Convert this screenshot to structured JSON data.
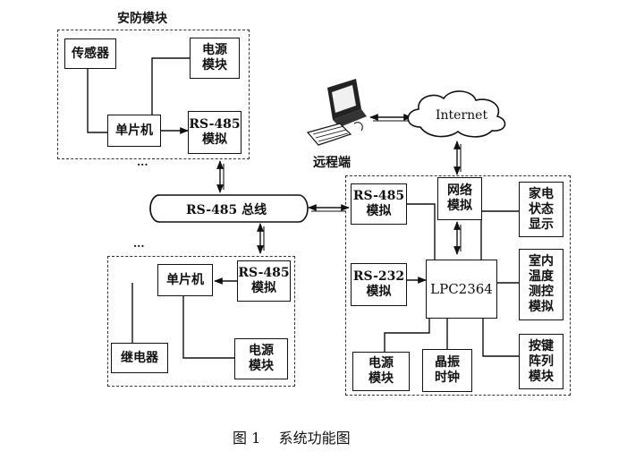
{
  "security_module": {
    "title": "安防模块",
    "sensor": "传感器",
    "power": "电源\n模块",
    "mcu": "单片机",
    "rs485": "RS-485\n模拟",
    "ellipsis": "..."
  },
  "relay_module": {
    "ellipsis": "...",
    "mcu": "单片机",
    "rs485": "RS-485\n模拟",
    "relay": "继电器",
    "power": "电源\n模块"
  },
  "bus": {
    "label": "RS-485 总线"
  },
  "remote": {
    "internet": "Internet",
    "terminal": "远程端"
  },
  "main_board": {
    "rs485": "RS-485\n模拟",
    "network": "网络\n模拟",
    "appliance_status": "家电\n状态\n显示",
    "rs232": "RS-232\n模拟",
    "cpu": "LPC2364",
    "temperature": "室内\n温度\n测控\n模拟",
    "power": "电源\n模块",
    "crystal": "晶振\n时钟",
    "keypad": "按键\n阵列\n模块"
  },
  "caption": "图 1    系统功能图"
}
